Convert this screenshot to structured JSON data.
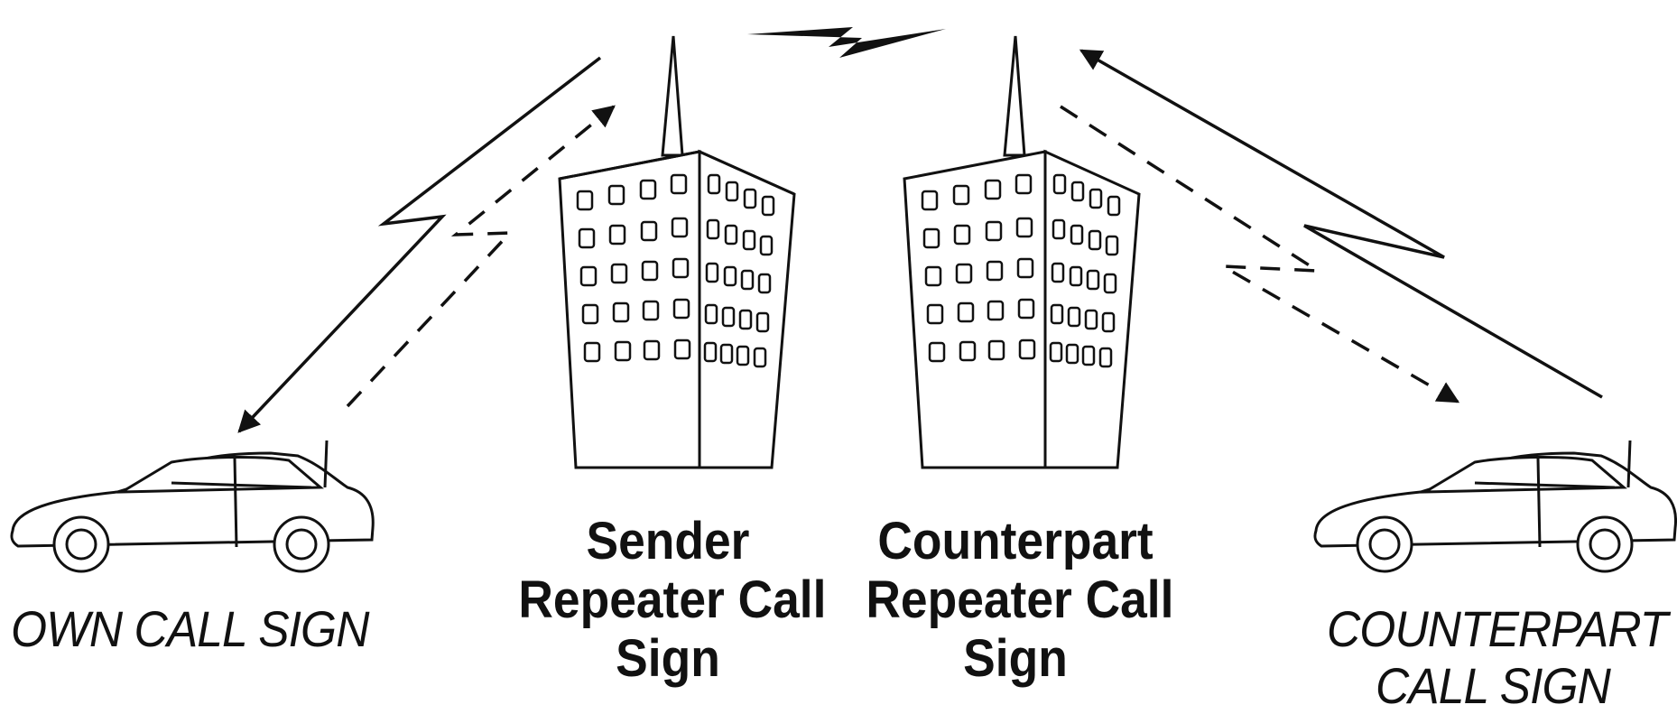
{
  "labels": {
    "own_call_sign": "OWN CALL SIGN",
    "sender_repeater": [
      "Sender",
      "Repeater Call",
      "Sign"
    ],
    "counterpart_repeater": [
      "Counterpart",
      "Repeater Call",
      "Sign"
    ],
    "counterpart_call_sign": [
      "COUNTERPART",
      "CALL SIGN"
    ]
  },
  "icons": {
    "left_car": "car-icon",
    "right_car": "car-icon",
    "sender_repeater": "repeater-building-icon",
    "counterpart_repeater": "repeater-building-icon",
    "link": "lightning-bolt-icon"
  },
  "colors": {
    "line": "#111111",
    "background": "#ffffff"
  }
}
